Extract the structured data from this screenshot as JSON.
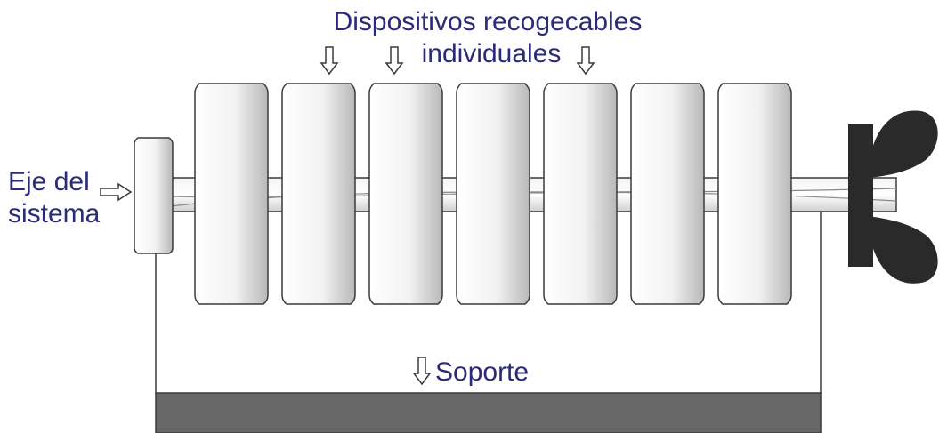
{
  "labels": {
    "devices_line1": "Dispositivos recogecables",
    "devices_line2": "individuales",
    "axis_line1": "Eje del",
    "axis_line2": "sistema",
    "support": "Soporte"
  },
  "colors": {
    "label_text": "#2b2a7a",
    "support_bar": "#686868",
    "propeller": "#2a2a2a",
    "outline": "#3a3a3a"
  },
  "icons": [
    "arrow-down-icon",
    "arrow-right-icon",
    "propeller-icon"
  ],
  "device_count": 7
}
